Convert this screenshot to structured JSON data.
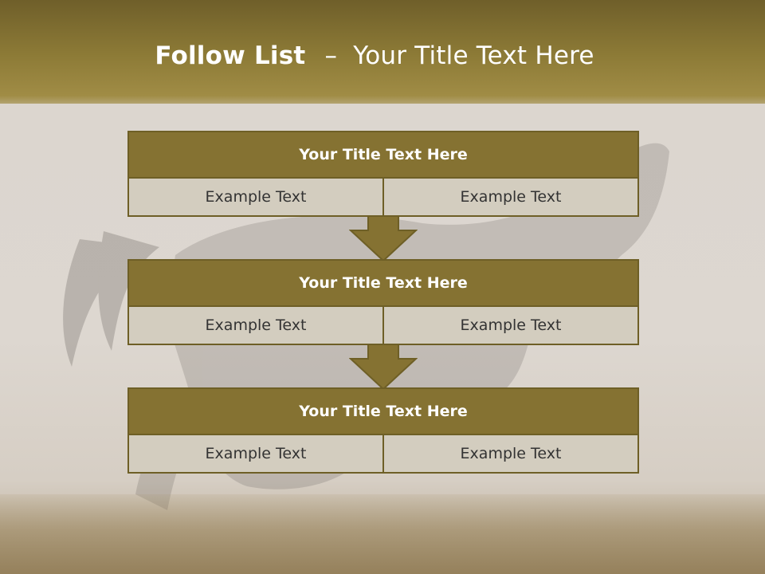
{
  "slide": {
    "title_bold": "Follow List",
    "title_separator": "–",
    "title_rest": "Your Title Text Here"
  },
  "blocks": [
    {
      "title": "Your Title Text Here",
      "cells": [
        "Example Text",
        "Example Text"
      ]
    },
    {
      "title": "Your Title Text Here",
      "cells": [
        "Example Text",
        "Example Text"
      ]
    },
    {
      "title": "Your Title Text Here",
      "cells": [
        "Example Text",
        "Example Text"
      ]
    }
  ],
  "colors": {
    "header": "#8c7a36",
    "block_title_bg": "#857232",
    "cell_bg": "#d3cdbf",
    "border": "#6e5f26"
  }
}
